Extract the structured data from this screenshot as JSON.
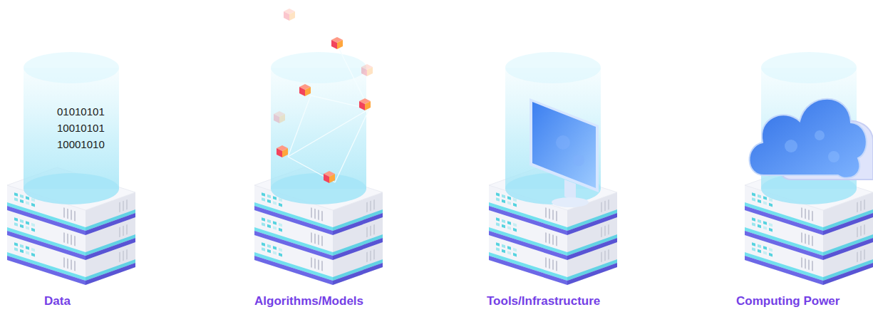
{
  "diagram": {
    "nodes": [
      {
        "text": [
          "01010101 10010101 10001010",
          "Data"
        ]
      },
      {
        "text": [
          "Algorithms/Models"
        ]
      },
      {
        "text": [
          "Tools/Infrastructure"
        ]
      },
      {
        "text": [
          "Computing Power"
        ]
      }
    ]
  }
}
